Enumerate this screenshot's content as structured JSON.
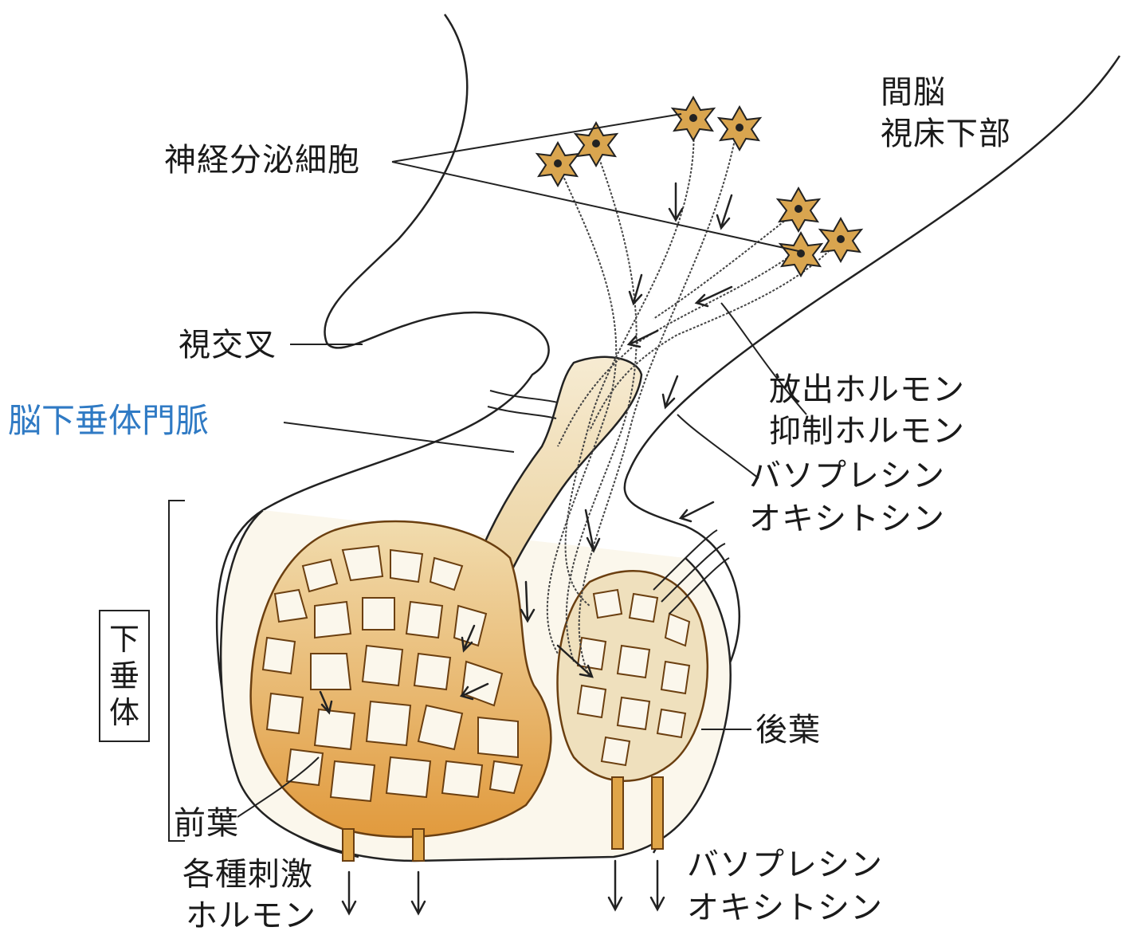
{
  "labels": {
    "diencephalon": "間脳",
    "hypothalamus": "視床下部",
    "neurosecretory_cells": "神経分泌細胞",
    "optic_chiasm": "視交叉",
    "portal_vessels": "脳下垂体門脈",
    "releasing_hormone": "放出ホルモン",
    "inhibiting_hormone": "抑制ホルモン",
    "vasopressin_1": "バソプレシン",
    "oxytocin_1": "オキシトシン",
    "pituitary_chars": [
      "下",
      "垂",
      "体"
    ],
    "posterior_lobe": "後葉",
    "anterior_lobe": "前葉",
    "various_stimulating": "各種刺激",
    "hormones": "ホルモン",
    "vasopressin_2": "バソプレシン",
    "oxytocin_2": "オキシトシン"
  },
  "colors": {
    "cell_fill": "#d9a54f",
    "capillary": "#e0a548",
    "capillary_light": "#f3deb4",
    "tissue": "#fbf5e6",
    "blue_label": "#2f7ac4"
  }
}
